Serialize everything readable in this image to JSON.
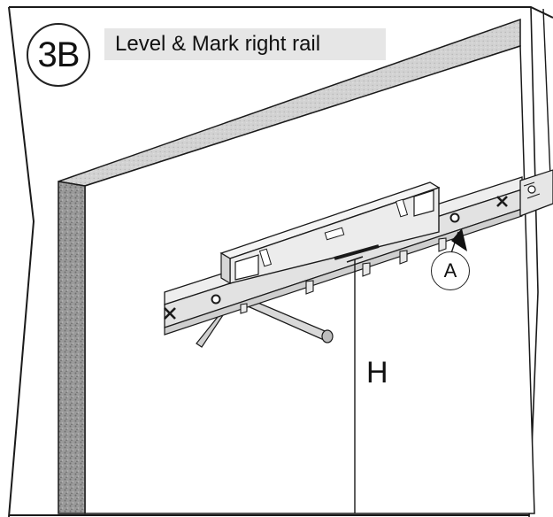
{
  "step": {
    "number": "3B",
    "title": "Level & Mark right rail"
  },
  "callouts": {
    "part_a": "A",
    "height_label": "H"
  },
  "colors": {
    "line": "#1a1a1a",
    "wall_face": "#ffffff",
    "wall_top": "#cfcfcf",
    "wall_side": "#8a8a8a",
    "rail": "#e4e4e4",
    "level": "#ececec",
    "title_bg": "#e6e6e6"
  },
  "icons": [
    "screw-hole-icon",
    "x-mark-icon",
    "pointer-arrow-icon",
    "bubble-vial-icon"
  ]
}
